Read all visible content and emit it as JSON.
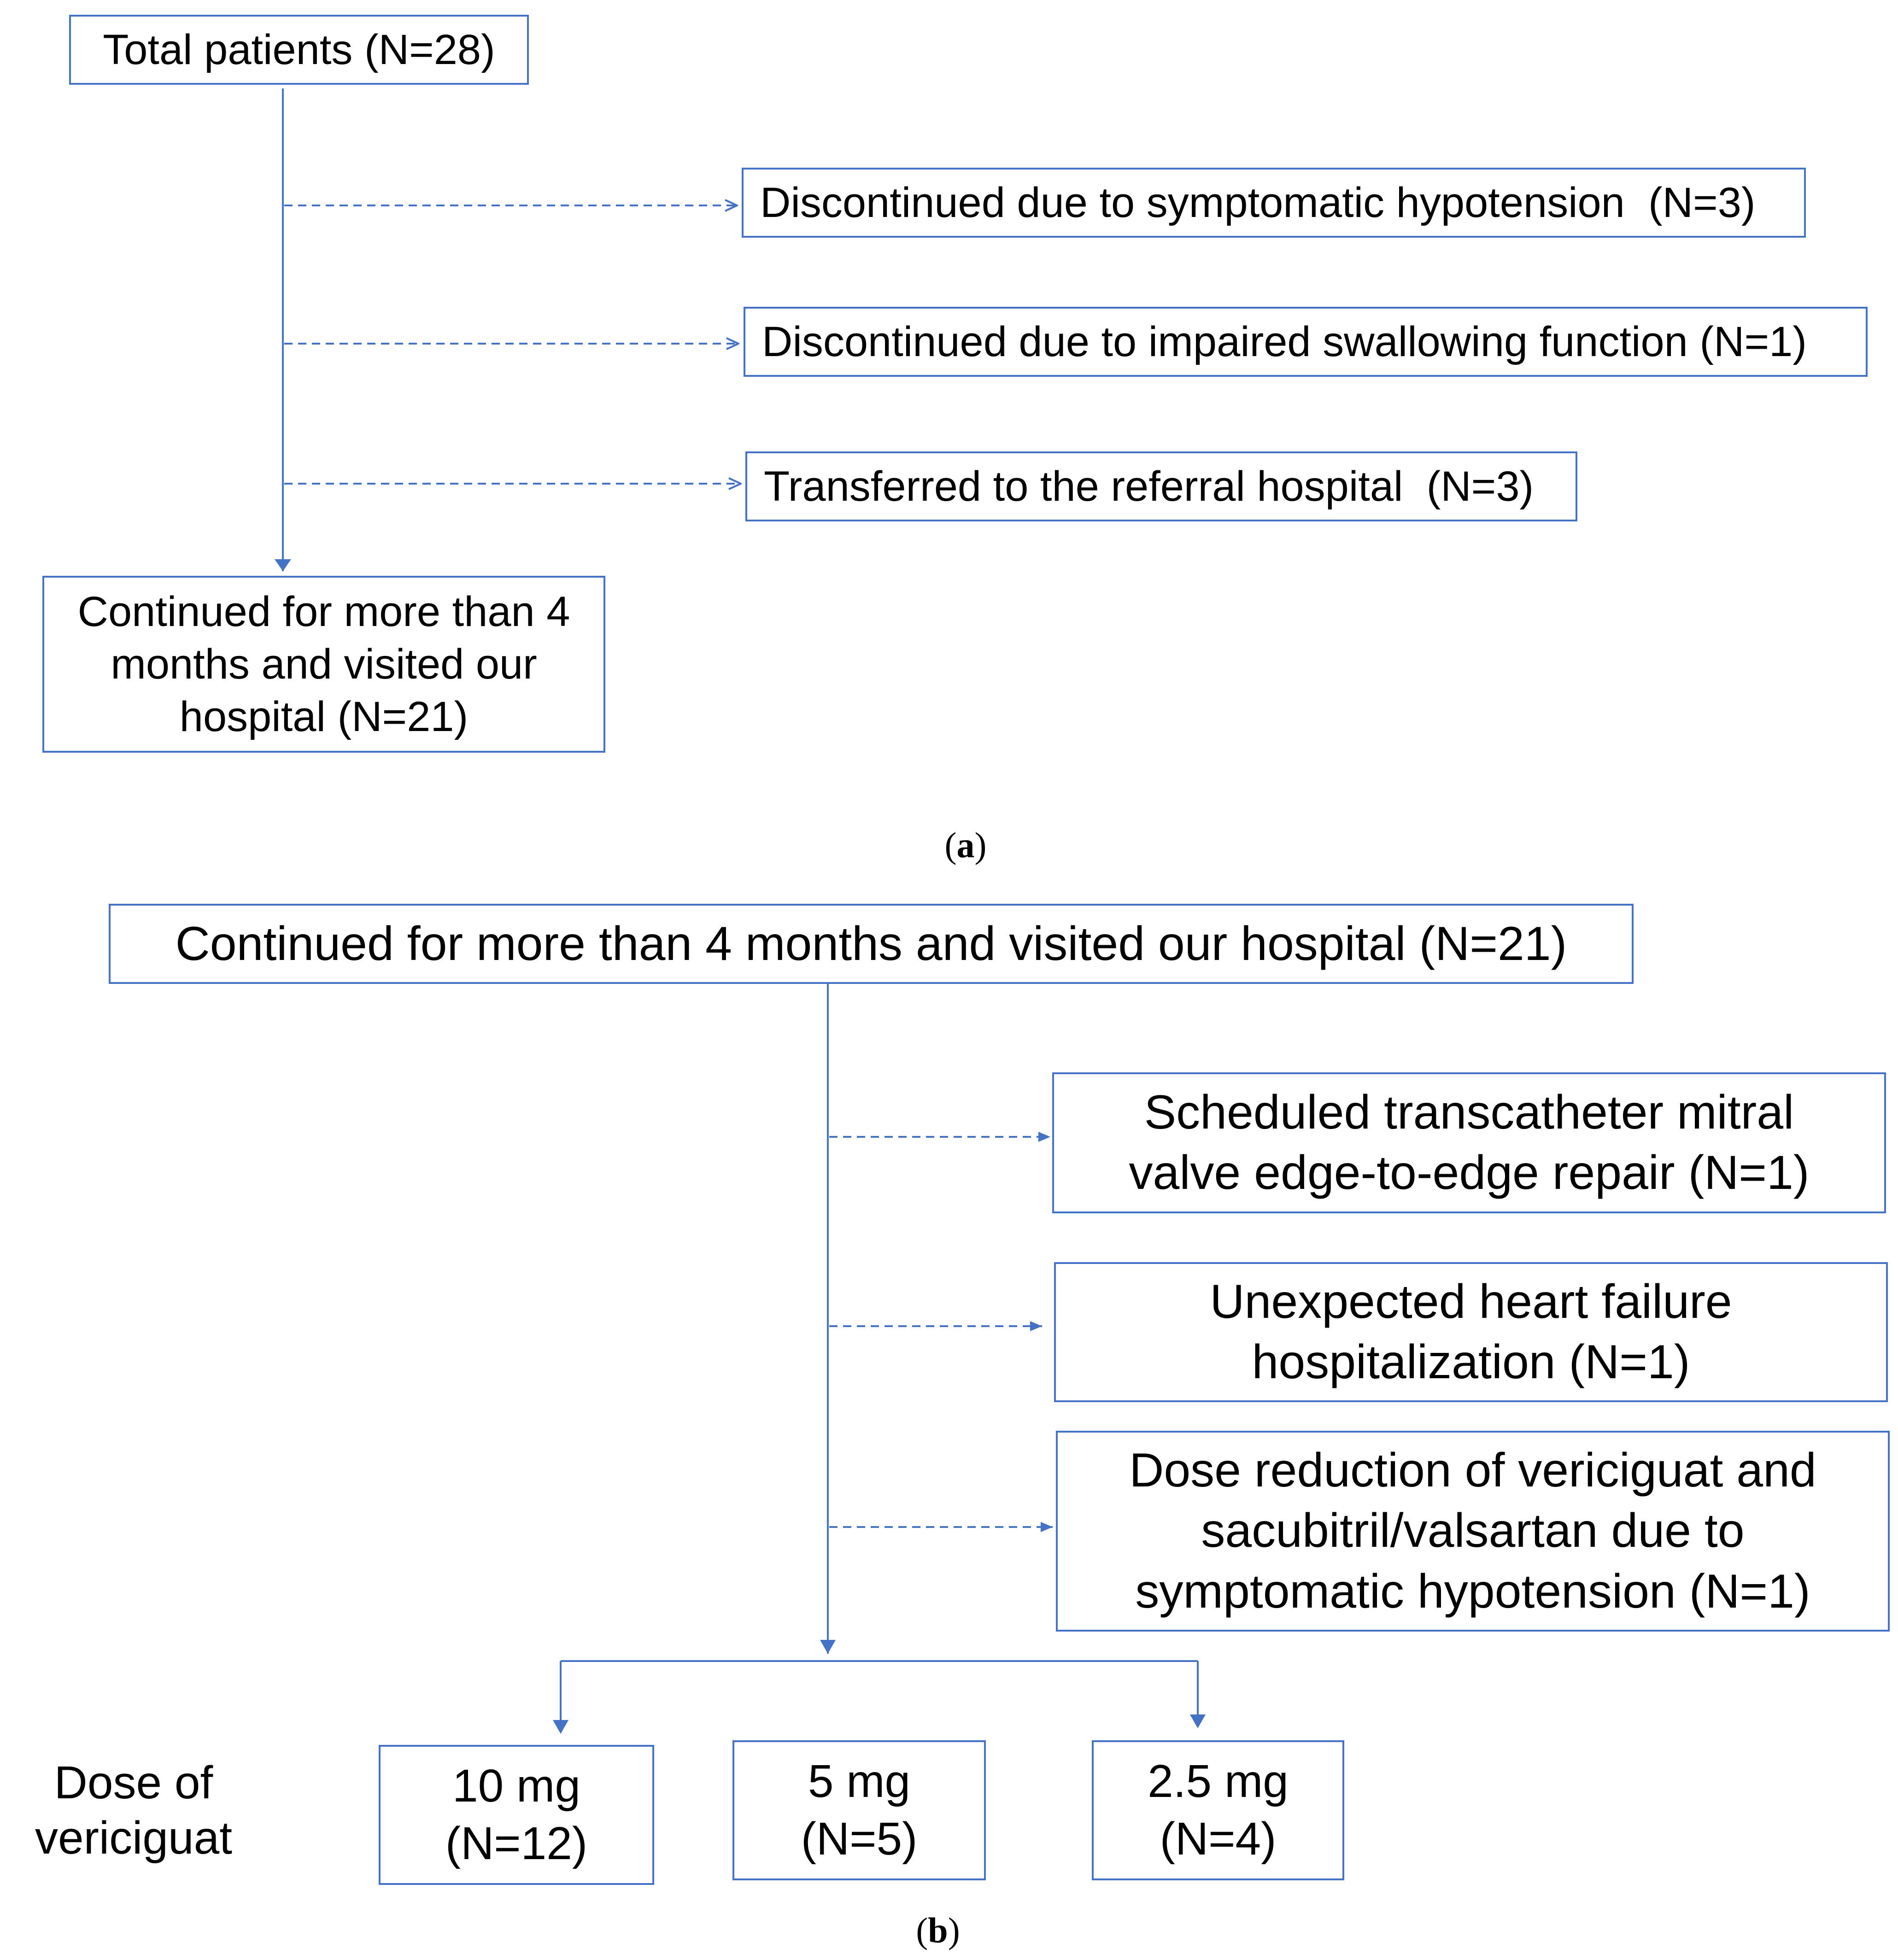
{
  "panel_a": {
    "label": "a",
    "total": "Total patients (N=28)",
    "exclusions": [
      "Discontinued due to symptomatic hypotension  (N=3)",
      "Discontinued due to impaired swallowing function (N=1)",
      "Transferred to the referral hospital  (N=3)"
    ],
    "continued": "Continued for more than 4 months and visited our hospital (N=21)"
  },
  "panel_b": {
    "label": "b",
    "top": "Continued for more than 4 months and visited our hospital (N=21)",
    "exclusions": [
      "Scheduled transcatheter mitral valve edge-to-edge repair (N=1)",
      "Unexpected heart failure hospitalization (N=1)",
      "Dose reduction of vericiguat and sacubitril/valsartan due to symptomatic hypotension (N=1)"
    ],
    "dose_label": "Dose of vericiguat",
    "doses": [
      {
        "dose": "10 mg",
        "n": "(N=12)"
      },
      {
        "dose": "5 mg",
        "n": "(N=5)"
      },
      {
        "dose": "2.5 mg",
        "n": "(N=4)"
      }
    ]
  },
  "colors": {
    "line": "#4472C4"
  }
}
